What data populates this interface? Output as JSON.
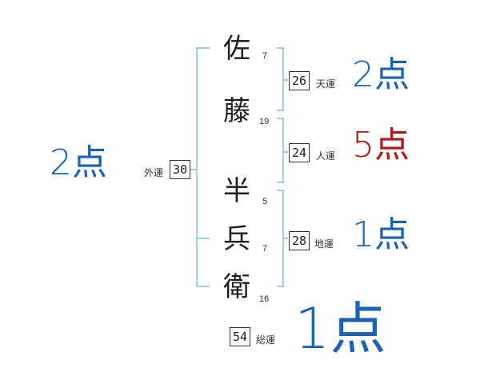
{
  "name_chars": [
    {
      "char": "佐",
      "strokes": "7"
    },
    {
      "char": "藤",
      "strokes": "19"
    },
    {
      "char": "半",
      "strokes": "5"
    },
    {
      "char": "兵",
      "strokes": "7"
    },
    {
      "char": "衛",
      "strokes": "16"
    }
  ],
  "fortunes": {
    "ten": {
      "value": "26",
      "label": "天運",
      "score": "2点",
      "color": "#1a62b8"
    },
    "jin": {
      "value": "24",
      "label": "人運",
      "score": "5点",
      "color": "#b01818"
    },
    "chi": {
      "value": "28",
      "label": "地運",
      "score": "1点",
      "color": "#1a62b8"
    },
    "gai": {
      "value": "30",
      "label": "外運",
      "score": "2点",
      "color": "#1a62b8"
    },
    "sou": {
      "value": "54",
      "label": "総運",
      "score": "1点",
      "color": "#1a62b8"
    }
  },
  "colors": {
    "bracket": "#7ec4e8"
  }
}
